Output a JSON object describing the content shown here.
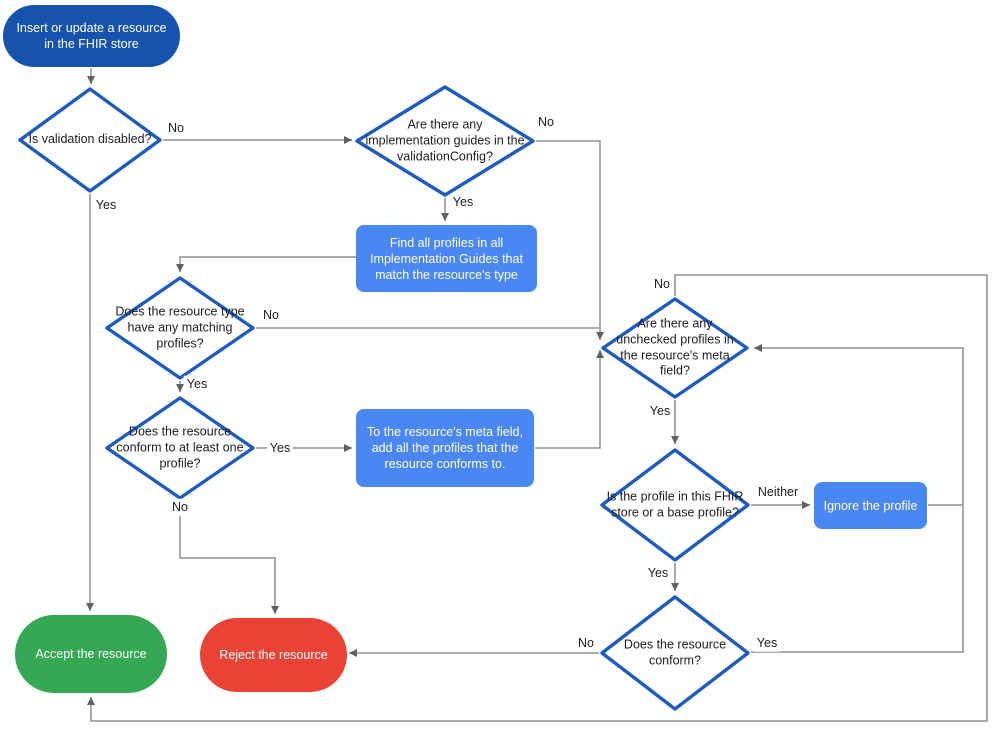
{
  "diagram": {
    "type": "flowchart"
  },
  "colors": {
    "start_node": "#1553AF",
    "decision_border": "#1D5BBF",
    "decision_fill": "#FFFFFF",
    "process_node": "#4A87F2",
    "accept_node": "#34A853",
    "reject_node": "#EA4335",
    "connector_line": "#909090",
    "arrowhead": "#606060",
    "label_text": "#212121",
    "node_text_light": "#FFFFFF"
  },
  "nodes": {
    "start": {
      "type": "terminal",
      "label": "Insert or update a resource in the FHIR store"
    },
    "validation_disabled": {
      "type": "decision",
      "label": "Is validation disabled?"
    },
    "implementation_guides": {
      "type": "decision",
      "label": "Are there any implementation guides in the validationConfig?"
    },
    "find_profiles": {
      "type": "process",
      "label": "Find all profiles in all Implementation Guides that match the resource's type"
    },
    "matching_profiles": {
      "type": "decision",
      "label": "Does the resource type have any matching profiles?"
    },
    "conforms_one": {
      "type": "decision",
      "label": "Does the resource conform to at least one profile?"
    },
    "add_profiles": {
      "type": "process",
      "label": "To the resource's meta field, add all the profiles that the resource conforms to."
    },
    "unchecked_profiles": {
      "type": "decision",
      "label": "Are there any unchecked profiles in the resource's meta field?"
    },
    "profile_in_store": {
      "type": "decision",
      "label": "Is the profile in this FHIR store or a base profile?"
    },
    "ignore_profile": {
      "type": "process",
      "label": "Ignore the profile"
    },
    "resource_conforms": {
      "type": "decision",
      "label": "Does the resource conform?"
    },
    "accept": {
      "type": "terminal",
      "label": "Accept the resource"
    },
    "reject": {
      "type": "terminal",
      "label": "Reject the resource"
    }
  },
  "edge_labels": {
    "validation_disabled_no": "No",
    "validation_disabled_yes": "Yes",
    "implementation_guides_no": "No",
    "implementation_guides_yes": "Yes",
    "matching_profiles_no": "No",
    "matching_profiles_yes": "Yes",
    "conforms_one_yes": "Yes",
    "conforms_one_no": "No",
    "unchecked_profiles_no": "No",
    "unchecked_profiles_yes": "Yes",
    "profile_in_store_neither": "Neither",
    "profile_in_store_yes": "Yes",
    "resource_conforms_no": "No",
    "resource_conforms_yes": "Yes"
  },
  "edges": [
    {
      "from": "start",
      "to": "validation_disabled",
      "label": ""
    },
    {
      "from": "validation_disabled",
      "to": "implementation_guides",
      "label": "No"
    },
    {
      "from": "validation_disabled",
      "to": "accept",
      "label": "Yes"
    },
    {
      "from": "implementation_guides",
      "to": "find_profiles",
      "label": "Yes"
    },
    {
      "from": "implementation_guides",
      "to": "unchecked_profiles",
      "label": "No"
    },
    {
      "from": "find_profiles",
      "to": "matching_profiles",
      "label": ""
    },
    {
      "from": "matching_profiles",
      "to": "unchecked_profiles",
      "label": "No"
    },
    {
      "from": "matching_profiles",
      "to": "conforms_one",
      "label": "Yes"
    },
    {
      "from": "conforms_one",
      "to": "add_profiles",
      "label": "Yes"
    },
    {
      "from": "conforms_one",
      "to": "reject",
      "label": "No"
    },
    {
      "from": "add_profiles",
      "to": "unchecked_profiles",
      "label": ""
    },
    {
      "from": "unchecked_profiles",
      "to": "accept",
      "label": "No"
    },
    {
      "from": "unchecked_profiles",
      "to": "profile_in_store",
      "label": "Yes"
    },
    {
      "from": "profile_in_store",
      "to": "ignore_profile",
      "label": "Neither"
    },
    {
      "from": "profile_in_store",
      "to": "resource_conforms",
      "label": "Yes"
    },
    {
      "from": "ignore_profile",
      "to": "unchecked_profiles",
      "label": ""
    },
    {
      "from": "resource_conforms",
      "to": "unchecked_profiles",
      "label": "Yes"
    },
    {
      "from": "resource_conforms",
      "to": "reject",
      "label": "No"
    }
  ]
}
